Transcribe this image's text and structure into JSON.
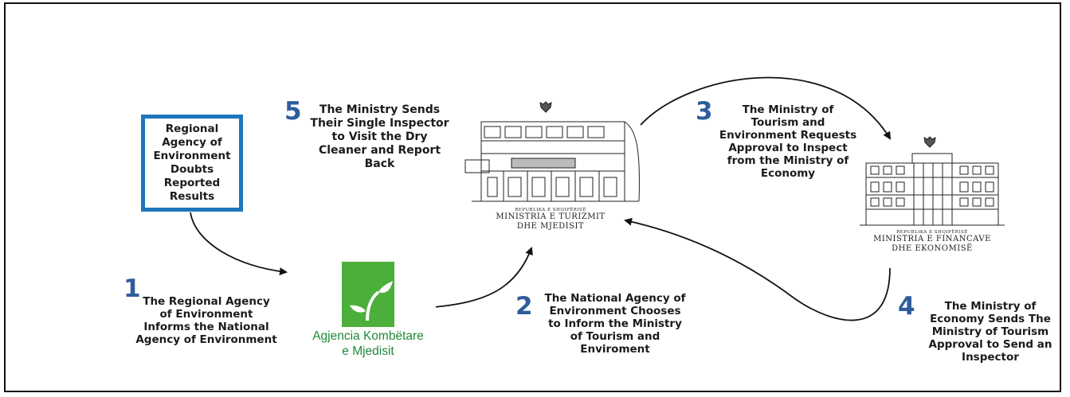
{
  "regional_box": {
    "text": "Regional Agency of Environment Doubts Reported Results",
    "border_color": "#1e75ba"
  },
  "steps": [
    {
      "number": "1",
      "text": "The Regional Agency of Environment Informs the National Agency of Environment"
    },
    {
      "number": "2",
      "text": "The National Agency of Environment Chooses to Inform the Ministry of Tourism and Enviroment"
    },
    {
      "number": "3",
      "text": "The Ministry of Tourism and Environment Requests Approval to Inspect from the Ministry of Economy"
    },
    {
      "number": "4",
      "text": "The Ministry of Economy Sends The Ministry of Tourism Approval to Send an Inspector"
    },
    {
      "number": "5",
      "text": "The Ministry Sends Their Single Inspector to Visit the Dry Cleaner and Report Back"
    }
  ],
  "logos": {
    "tourism": {
      "republic": "REPUBLIKA E SHQIPËRISË",
      "line1": "MINISTRIA E TURIZMIT",
      "line2": "DHE MJEDISIT"
    },
    "finance": {
      "republic": "REPUBLIKA E SHQIPËRISË",
      "line1": "MINISTRIA E FINANCAVE",
      "line2": "DHE EKONOMISË"
    },
    "agency": {
      "name_line1": "Agjencia Kombëtare",
      "name_line2": "e Mjedisit",
      "green": "#4caf3a"
    }
  },
  "colors": {
    "step_number": "#2f5d9c",
    "text": "#1b1b1b"
  }
}
